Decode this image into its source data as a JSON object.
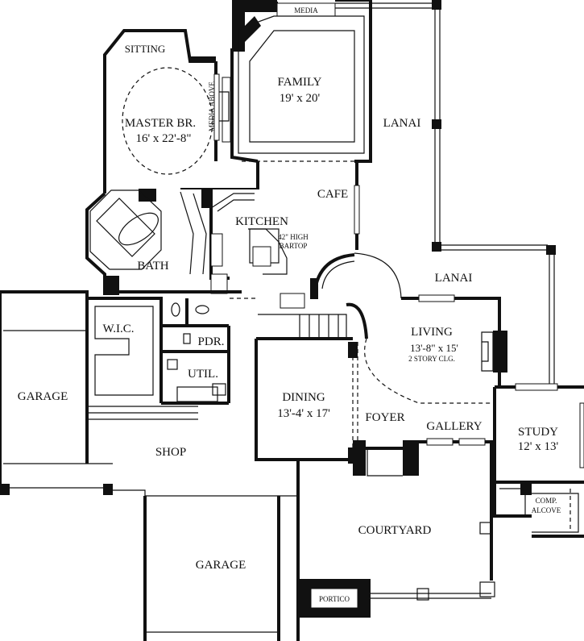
{
  "plan": {
    "rooms": {
      "media": "MEDIA",
      "sitting": "SITTING",
      "family": "FAMILY",
      "family_size": "19' x 20'",
      "master": "MASTER BR.",
      "master_size": "16' x 22'-8\"",
      "media_above": "MEDIA ABOVE",
      "lanai_upper": "LANAI",
      "cafe": "CAFE",
      "kitchen": "KITCHEN",
      "bartop_1": "42\" HIGH",
      "bartop_2": "BARTOP",
      "bath": "BATH",
      "lanai_lower": "LANAI",
      "wic": "W.I.C.",
      "pdr": "PDR.",
      "living": "LIVING",
      "living_size": "13'-8\" x 15'",
      "living_note": "2 STORY CLG.",
      "util": "UTIL.",
      "garage_left": "GARAGE",
      "dining": "DINING",
      "dining_size": "13'-4' x 17'",
      "foyer": "FOYER",
      "gallery": "GALLERY",
      "study": "STUDY",
      "study_size": "12' x 13'",
      "shop": "SHOP",
      "comp_1": "COMP.",
      "comp_2": "ALCOVE",
      "courtyard": "COURTYARD",
      "garage_bottom": "GARAGE",
      "portico": "PORTICO"
    }
  }
}
